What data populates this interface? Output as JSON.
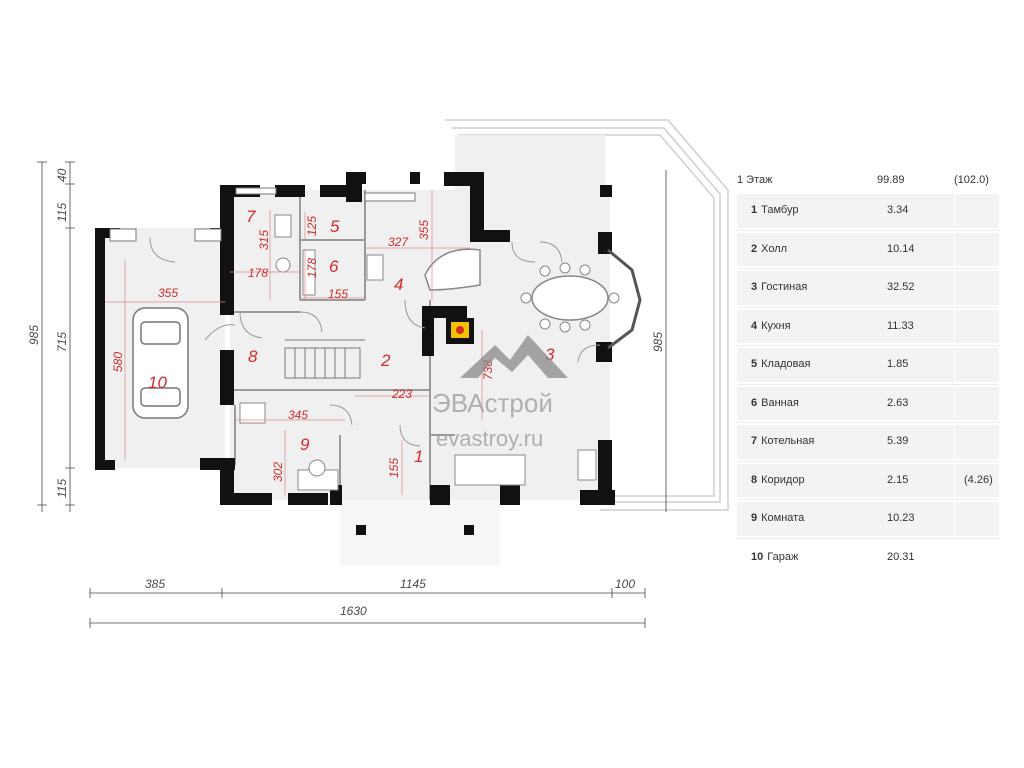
{
  "dimensions": {
    "left_115_top": "115",
    "left_40": "40",
    "left_985": "985",
    "left_715": "715",
    "left_115_bottom": "115",
    "right_985": "985",
    "bottom_385": "385",
    "bottom_1145": "1145",
    "bottom_100": "100",
    "bottom_1630": "1630",
    "inner": [
      "355",
      "580",
      "315",
      "125",
      "178",
      "178",
      "155",
      "327",
      "355",
      "738",
      "223",
      "345",
      "302",
      "155"
    ]
  },
  "rooms": [
    "1",
    "2",
    "3",
    "4",
    "5",
    "6",
    "7",
    "8",
    "9",
    "10"
  ],
  "watermark": {
    "brand": "ЭВАстрой",
    "site": "evastroy.ru"
  },
  "table": {
    "floor_label": "1 Этаж",
    "floor_area": "99.89",
    "floor_total": "(102.0)",
    "rows": [
      {
        "num": "1",
        "name": "Тамбур",
        "area": "3.34",
        "extra": ""
      },
      {
        "num": "2",
        "name": "Холл",
        "area": "10.14",
        "extra": ""
      },
      {
        "num": "3",
        "name": "Гостиная",
        "area": "32.52",
        "extra": ""
      },
      {
        "num": "4",
        "name": "Кухня",
        "area": "11.33",
        "extra": ""
      },
      {
        "num": "5",
        "name": "Кладовая",
        "area": "1.85",
        "extra": ""
      },
      {
        "num": "6",
        "name": "Ванная",
        "area": "2.63",
        "extra": ""
      },
      {
        "num": "7",
        "name": "Котельная",
        "area": "5.39",
        "extra": ""
      },
      {
        "num": "8",
        "name": "Коридор",
        "area": "2.15",
        "extra": "(4.26)"
      },
      {
        "num": "9",
        "name": "Комната",
        "area": "10.23",
        "extra": ""
      },
      {
        "num": "10",
        "name": "Гараж",
        "area": "20.31",
        "extra": ""
      }
    ]
  }
}
